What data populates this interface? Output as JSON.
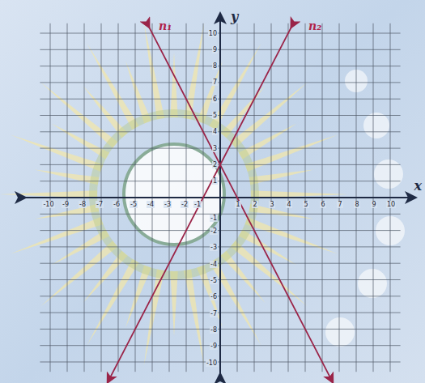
{
  "diagram": {
    "labels": [
      "n₁",
      "n₂",
      "y",
      "x",
      "-10",
      "-9",
      "-8",
      "-7",
      "-6",
      "-5",
      "-4",
      "-3",
      "-2",
      "-1",
      "1",
      "2",
      "3",
      "4",
      "5",
      "6",
      "7",
      "8",
      "9",
      "10",
      "10",
      "9",
      "8",
      "7",
      "6",
      "5",
      "4",
      "3",
      "2",
      "1",
      "-1",
      "-2",
      "-3",
      "-4",
      "-5",
      "-6",
      "-7",
      "-8",
      "-9",
      "-10"
    ]
  }
}
